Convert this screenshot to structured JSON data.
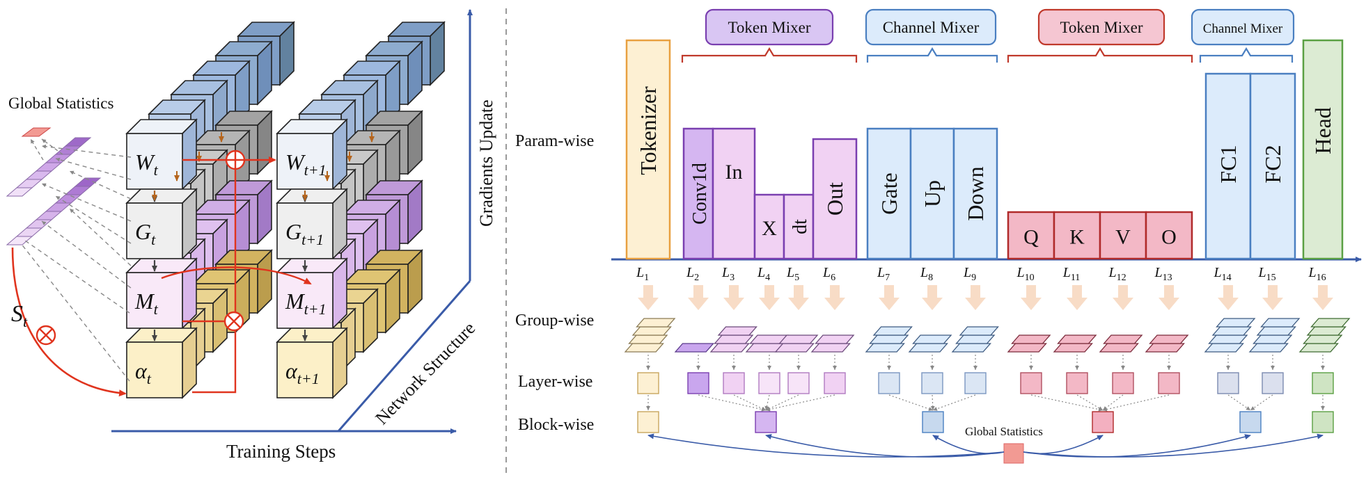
{
  "left": {
    "global_statistics": "Global Statistics",
    "axis_y": "Gradients Update",
    "axis_x": "Training Steps",
    "axis_z": "Network Structure",
    "St": "S",
    "t_sub": "t",
    "cube_labels": {
      "W": "W",
      "G": "G",
      "M": "M",
      "alpha": "α",
      "t": "t",
      "t1": "t+1"
    }
  },
  "right": {
    "row_labels": [
      "Param-wise",
      "Group-wise",
      "Layer-wise",
      "Block-wise"
    ],
    "mixers": [
      {
        "label": "Token Mixer",
        "color": "#d9c6f3",
        "border": "#7a3fb0",
        "brace": "#c0392b"
      },
      {
        "label": "Channel Mixer",
        "color": "#dcebfb",
        "border": "#4a7fc1",
        "brace": "#4a7fc1"
      },
      {
        "label": "Token Mixer",
        "color": "#f5c6d2",
        "border": "#c0392b",
        "brace": "#c0392b"
      },
      {
        "label": "Channel Mixer",
        "color": "#dcebfb",
        "border": "#4a7fc1",
        "brace": "#4a7fc1"
      }
    ],
    "bars": [
      {
        "label": "Tokenizer",
        "layer": "1"
      },
      {
        "label": "Conv1d",
        "layer": "2"
      },
      {
        "label": "In",
        "layer": "3"
      },
      {
        "label": "X",
        "layer": "4"
      },
      {
        "label": "dt",
        "layer": "5"
      },
      {
        "label": "Out",
        "layer": "6"
      },
      {
        "label": "Gate",
        "layer": "7"
      },
      {
        "label": "Up",
        "layer": "8"
      },
      {
        "label": "Down",
        "layer": "9"
      },
      {
        "label": "Q",
        "layer": "10"
      },
      {
        "label": "K",
        "layer": "11"
      },
      {
        "label": "V",
        "layer": "12"
      },
      {
        "label": "O",
        "layer": "13"
      },
      {
        "label": "FC1",
        "layer": "14"
      },
      {
        "label": "FC2",
        "layer": "15"
      },
      {
        "label": "Head",
        "layer": "16"
      }
    ],
    "layer_prefix": "L",
    "global_statistics": "Global Statistics"
  }
}
